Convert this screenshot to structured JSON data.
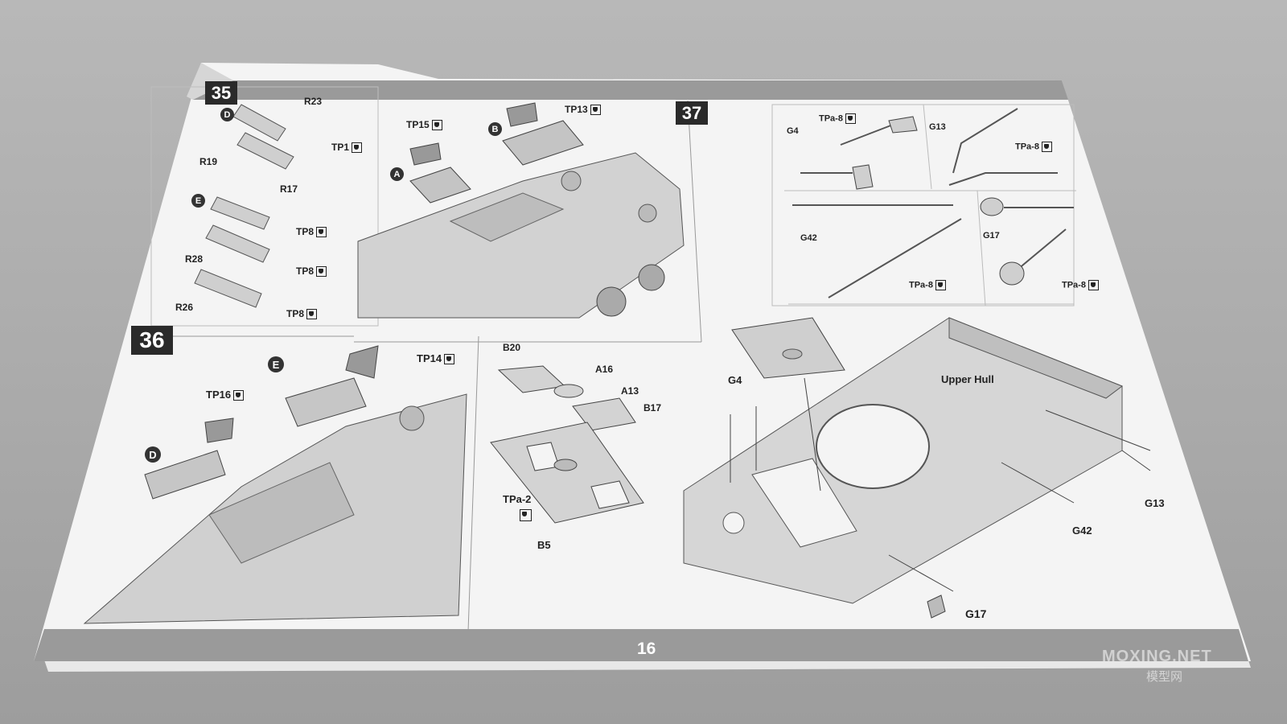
{
  "page": {
    "number": "16"
  },
  "watermark": {
    "brand": "MOXING.NET",
    "sub": "模型网"
  },
  "steps": {
    "s35": "35",
    "s36": "36",
    "s37": "37"
  },
  "variants": {
    "A": "A",
    "B": "B",
    "D": "D",
    "E": "E"
  },
  "step35": {
    "parts": {
      "r23": "R23",
      "r19": "R19",
      "tp1": "TP1",
      "r17": "R17",
      "tp8a": "TP8",
      "r28": "R28",
      "tp8b": "TP8",
      "r26": "R26",
      "tp8c": "TP8",
      "tp15": "TP15",
      "tp13": "TP13"
    }
  },
  "step36": {
    "parts": {
      "tp14": "TP14",
      "tp16": "TP16",
      "b20": "B20",
      "a16": "A16",
      "a13": "A13",
      "b17": "B17",
      "tpa2": "TPa-2",
      "b5": "B5"
    }
  },
  "step37": {
    "parts": {
      "g4a": "G4",
      "tpa8a": "TPa-8",
      "g13a": "G13",
      "tpa8b": "TPa-8",
      "g42a": "G42",
      "tpa8c": "TPa-8",
      "g17a": "G17",
      "tpa8d": "TPa-8",
      "g4b": "G4",
      "upper_hull": "Upper Hull",
      "g13b": "G13",
      "g42b": "G42",
      "g17b": "G17"
    }
  },
  "colors": {
    "page": "#f4f4f4",
    "band": "#9a9a9a",
    "step_box": "#2a2a2a",
    "background": "#aeaeae"
  }
}
